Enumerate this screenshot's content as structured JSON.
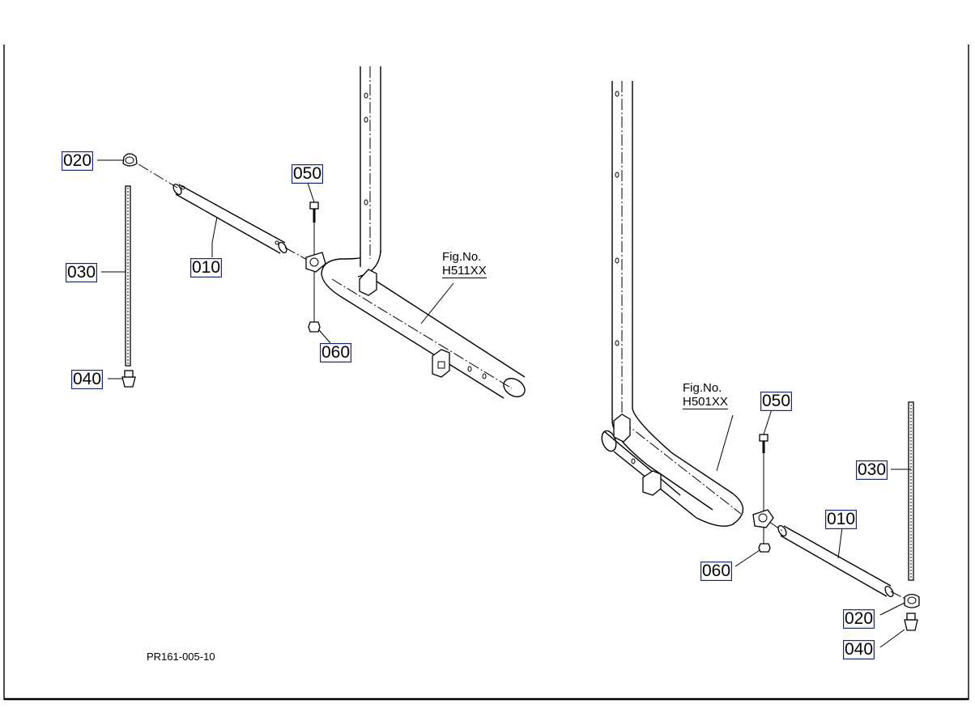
{
  "drawing_id": "PR161-005-10",
  "left_assembly": {
    "callouts": [
      "020",
      "030",
      "010",
      "050",
      "060",
      "040"
    ],
    "fig_ref": {
      "label": "Fig.No.",
      "code": "H511XX"
    }
  },
  "right_assembly": {
    "callouts": [
      "050",
      "030",
      "010",
      "060",
      "020",
      "040"
    ],
    "fig_ref": {
      "label": "Fig.No.",
      "code": "H501XX"
    }
  },
  "colors": {
    "callout_border": "#1a2a6e",
    "line": "#000000",
    "background": "#ffffff"
  }
}
